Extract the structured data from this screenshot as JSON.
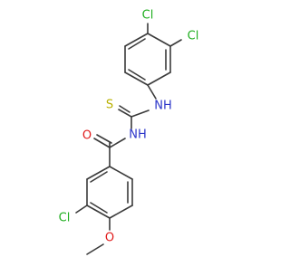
{
  "molecule": {
    "atom_labels": {
      "cl_top_1": "Cl",
      "cl_top_2": "Cl",
      "nh_top": "NH",
      "s": "S",
      "nh_mid": "NH",
      "o_carbonyl": "O",
      "cl_bottom": "Cl",
      "o_methoxy": "O"
    },
    "colors": {
      "bond": "#3a3a3a",
      "chlorine": "#1fae1f",
      "nitrogen": "#2b35c9",
      "sulfur": "#b8b000",
      "oxygen": "#e01a1a"
    }
  }
}
